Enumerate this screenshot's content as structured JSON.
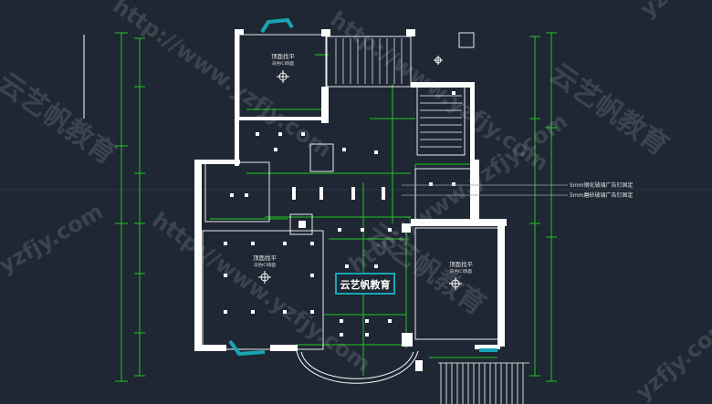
{
  "rooms": [
    {
      "title": "顶面找平",
      "note": "白色ICI饰面"
    },
    {
      "title": "顶面找平",
      "note": "白色ICI饰面"
    },
    {
      "title": "顶面找平",
      "note": "白色ICI饰面"
    }
  ],
  "annotations": [
    "5mm钢化玻璃广告钉固定",
    "5mm磨砂玻璃广告钉固定"
  ],
  "badge": "云艺帆教育",
  "watermarks": {
    "url": "http://www.yzfjy.com",
    "brand": "云艺帆教育",
    "domain": "yzfjy.com"
  },
  "colors": {
    "background": "#1e2733",
    "walls": "#ffffff",
    "dimension": "#1ec81e",
    "window": "#19a5b4",
    "label": "#e6e6e6"
  },
  "icons": [
    "ceiling-light-icon"
  ]
}
